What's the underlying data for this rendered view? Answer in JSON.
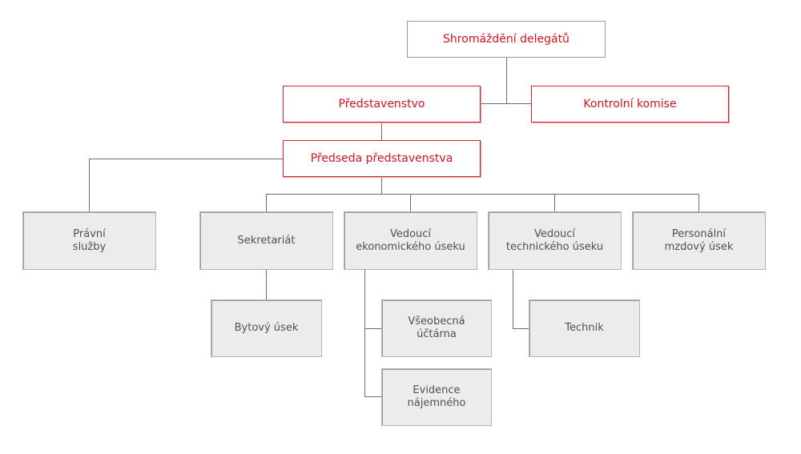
{
  "diagram": {
    "type": "org-chart",
    "colors": {
      "primary_text": "#d01422",
      "primary_border": "#d9202b",
      "unit_fill": "#ececec",
      "unit_text": "#505050",
      "connector": "#6e6e6e"
    },
    "nodes": {
      "assembly": "Shromáždění delegátů",
      "board": "Představenstvo",
      "audit": "Kontrolní komise",
      "chairman": "Předseda představenstva",
      "legal": "Právní\nslužby",
      "secretariat": "Sekretariát",
      "econ_head": "Vedoucí\nekonomického úseku",
      "tech_head": "Vedoucí\ntechnického úseku",
      "hr": "Personální\nmzdový úsek",
      "housing": "Bytový úsek",
      "accounting": "Všeobecná\núčtárna",
      "rent": "Evidence\nnájemného",
      "technician": "Technik"
    },
    "edges": [
      [
        "assembly",
        "board"
      ],
      [
        "assembly",
        "audit"
      ],
      [
        "board",
        "chairman"
      ],
      [
        "chairman",
        "legal"
      ],
      [
        "chairman",
        "secretariat"
      ],
      [
        "chairman",
        "econ_head"
      ],
      [
        "chairman",
        "tech_head"
      ],
      [
        "chairman",
        "hr"
      ],
      [
        "secretariat",
        "housing"
      ],
      [
        "econ_head",
        "accounting"
      ],
      [
        "econ_head",
        "rent"
      ],
      [
        "tech_head",
        "technician"
      ]
    ]
  }
}
